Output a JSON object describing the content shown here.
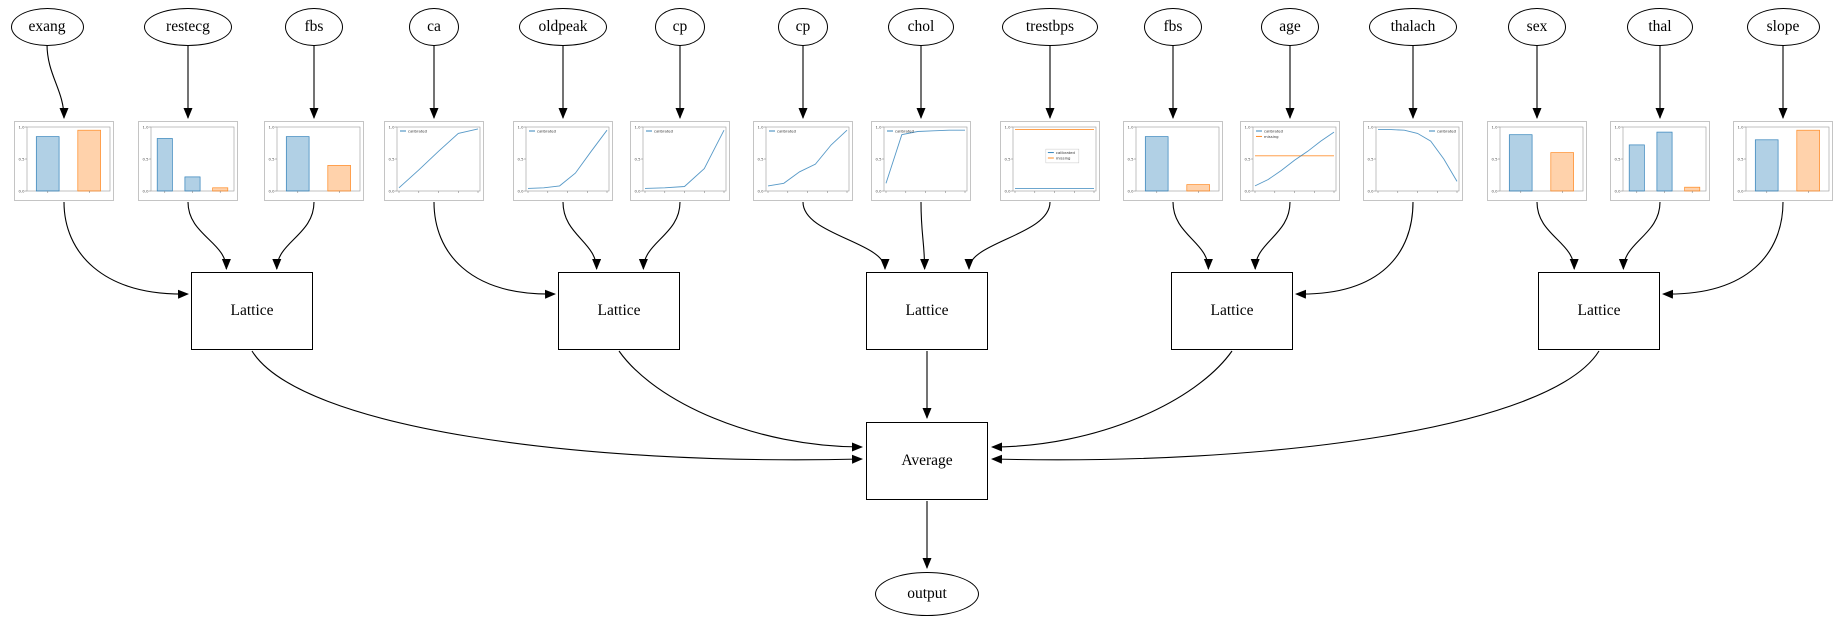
{
  "diagram": {
    "lattice_label": "Lattice",
    "average_label": "Average",
    "output_label": "output",
    "lattice_count": 5
  },
  "axis": {
    "yticks": [
      "0.0",
      "0.5",
      "1.0"
    ]
  },
  "colors": {
    "blue": "#1f77b4",
    "orange": "#ff7f0e",
    "edge": "#000000"
  },
  "chart_data": [
    {
      "feature": "exang",
      "type": "bar",
      "blue": [
        0.85
      ],
      "orange": 0.95
    },
    {
      "feature": "restecg",
      "type": "bar",
      "blue": [
        0.82,
        0.22
      ],
      "orange": 0.05
    },
    {
      "feature": "fbs",
      "type": "bar",
      "blue": [
        0.85
      ],
      "orange": 0.4
    },
    {
      "feature": "ca",
      "type": "line",
      "blue": [
        0.05,
        0.33,
        0.62,
        0.9,
        0.97
      ],
      "legend": [
        "calibrated"
      ],
      "legend_pos": "tl"
    },
    {
      "feature": "oldpeak",
      "type": "line",
      "blue": [
        0.04,
        0.05,
        0.08,
        0.28,
        0.62,
        0.95
      ],
      "legend": [
        "calibrated"
      ],
      "legend_pos": "tl"
    },
    {
      "feature": "cp",
      "type": "line",
      "blue": [
        0.04,
        0.05,
        0.07,
        0.35,
        0.95
      ],
      "legend": [
        "calibrated"
      ],
      "legend_pos": "tl"
    },
    {
      "feature": "cp",
      "type": "line",
      "blue": [
        0.08,
        0.12,
        0.3,
        0.42,
        0.72,
        0.95
      ],
      "legend": [
        "calibrated"
      ],
      "legend_pos": "tl"
    },
    {
      "feature": "chol",
      "type": "line",
      "blue": [
        0.12,
        0.88,
        0.93,
        0.94,
        0.95,
        0.95
      ],
      "legend": [
        "calibrated"
      ],
      "legend_pos": "tl"
    },
    {
      "feature": "trestbps",
      "type": "line",
      "blue": [
        0.04,
        0.04,
        0.04,
        0.04
      ],
      "orange": 0.96,
      "legend": [
        "calibrated",
        "missing"
      ],
      "legend_pos": "mr"
    },
    {
      "feature": "fbs",
      "type": "bar",
      "blue": [
        0.85
      ],
      "orange": 0.1
    },
    {
      "feature": "age",
      "type": "line",
      "blue": [
        0.08,
        0.18,
        0.32,
        0.48,
        0.62,
        0.78,
        0.92
      ],
      "orange": 0.55,
      "legend": [
        "calibrated",
        "missing"
      ],
      "legend_pos": "tl"
    },
    {
      "feature": "thalach",
      "type": "line",
      "blue": [
        0.96,
        0.96,
        0.95,
        0.9,
        0.78,
        0.5,
        0.15
      ],
      "legend": [
        "calibrated"
      ],
      "legend_pos": "tr"
    },
    {
      "feature": "sex",
      "type": "bar",
      "blue": [
        0.88
      ],
      "orange": 0.6
    },
    {
      "feature": "thal",
      "type": "bar",
      "blue": [
        0.72,
        0.92
      ],
      "orange": 0.06
    },
    {
      "feature": "slope",
      "type": "bar",
      "blue": [
        0.8
      ],
      "orange": 0.95
    }
  ]
}
